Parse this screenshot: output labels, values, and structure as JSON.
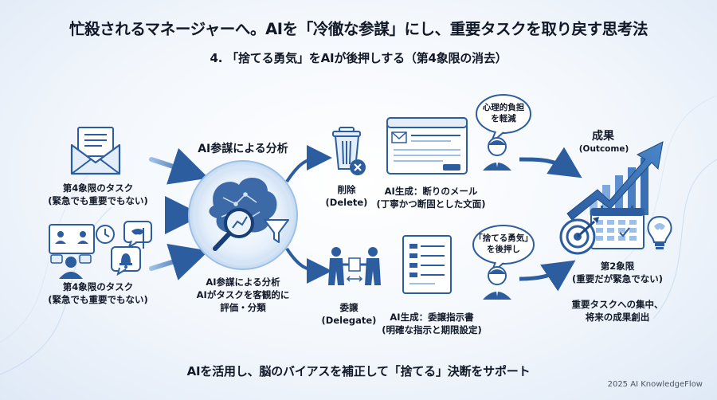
{
  "title": "忙殺されるマネージャーへ。AIを「冷徹な参謀」にし、重要タスクを取り戻す思考法",
  "subtitle": "4. 「捨てる勇気」をAIが後押しする（第4象限の消去）",
  "left": {
    "top_label_1": "第4象限のタスク",
    "top_label_2": "(緊急でも重要でもない)",
    "bottom_label_1": "第4象限のタスク",
    "bottom_label_2": "(緊急でも重要でもない)"
  },
  "center": {
    "heading": "AI参謀による分析",
    "caption_1": "AI参謀による分析",
    "caption_2": "AIがタスクを客観的に",
    "caption_3": "評価・分類"
  },
  "delete": {
    "label_1": "削除",
    "label_2": "(Delete)",
    "doc_label_1": "AI生成：断りのメール",
    "doc_label_2": "(丁寧かつ断固とした文面)",
    "bubble_1": "心理的負担",
    "bubble_2": "を軽減"
  },
  "delegate": {
    "label_1": "委譲",
    "label_2": "(Delegate)",
    "doc_label_1": "AI生成：委譲指示書",
    "doc_label_2": "(明確な指示と期限設定)",
    "bubble_1": "「捨てる勇気」",
    "bubble_2": "を後押し"
  },
  "outcome": {
    "heading": "成果",
    "heading_en": "(Outcome)",
    "quadrant_1": "第2象限",
    "quadrant_2": "(重要だが緊急でない)",
    "desc_1": "重要タスクへの集中、",
    "desc_2": "将来の成果創出"
  },
  "footer": "AIを活用し、脳のバイアスを補正して「捨てる」決断をサポート",
  "credit": "2025 AI KnowledgeFlow",
  "colors": {
    "primary": "#2c5d9f",
    "light": "#9cc0e8",
    "pale": "#e3eefa",
    "ink": "#111827"
  },
  "icons": [
    "envelope-icon",
    "video-meeting-icon",
    "notification-chat-icon",
    "ai-brain-icon",
    "magnifier-icon",
    "funnel-icon",
    "trash-icon",
    "email-window-icon",
    "person-icon",
    "handshake-icon",
    "document-icon",
    "growth-arrow-icon",
    "target-icon",
    "calendar-icon",
    "lightbulb-icon"
  ]
}
